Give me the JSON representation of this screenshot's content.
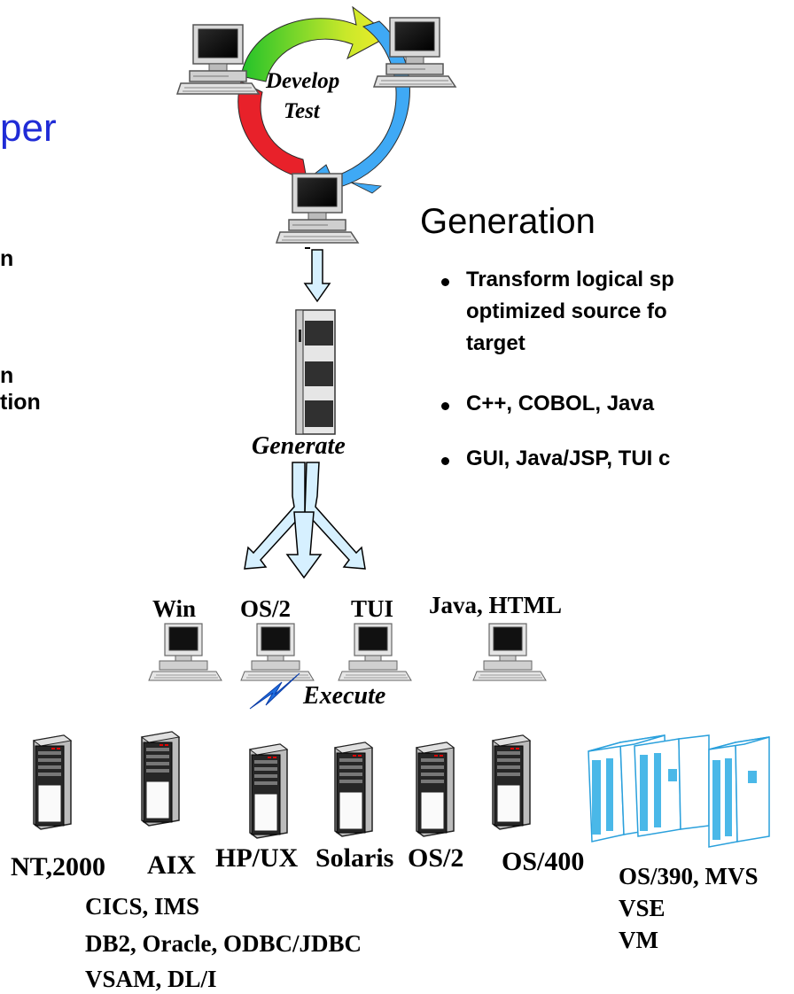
{
  "left_text": {
    "title_fragment": "per",
    "line1": "n",
    "line2": "n",
    "line3": "tion"
  },
  "cycle": {
    "label_line1": "Develop",
    "label_line2": "Test"
  },
  "generate_label": "Generate",
  "execute_label": "Execute",
  "generation": {
    "heading": "Generation",
    "bullets": [
      {
        "lines": [
          "Transform logical sp",
          "optimized source fo",
          "target"
        ]
      },
      {
        "lines": [
          "C++, COBOL, Java"
        ]
      },
      {
        "lines": [
          "GUI, Java/JSP, TUI c"
        ]
      }
    ]
  },
  "clients": [
    "Win",
    "OS/2",
    "TUI",
    "Java, HTML"
  ],
  "servers": [
    "NT,2000",
    "AIX",
    "HP/UX",
    "Solaris",
    "OS/2",
    "OS/400"
  ],
  "mainframe": [
    "OS/390, MVS",
    "VSE",
    "VM"
  ],
  "middleware": [
    "CICS, IMS",
    "DB2, Oracle, ODBC/JDBC",
    "VSAM, DL/I"
  ],
  "colors": {
    "title_blue": "#1f2bd6",
    "arc_green": "#22c22a",
    "arc_blue": "#3fa9f5",
    "arc_red": "#e8212a",
    "arrow_blue": "#d6f0ff",
    "mainframe_blue": "#4ab8e8"
  }
}
